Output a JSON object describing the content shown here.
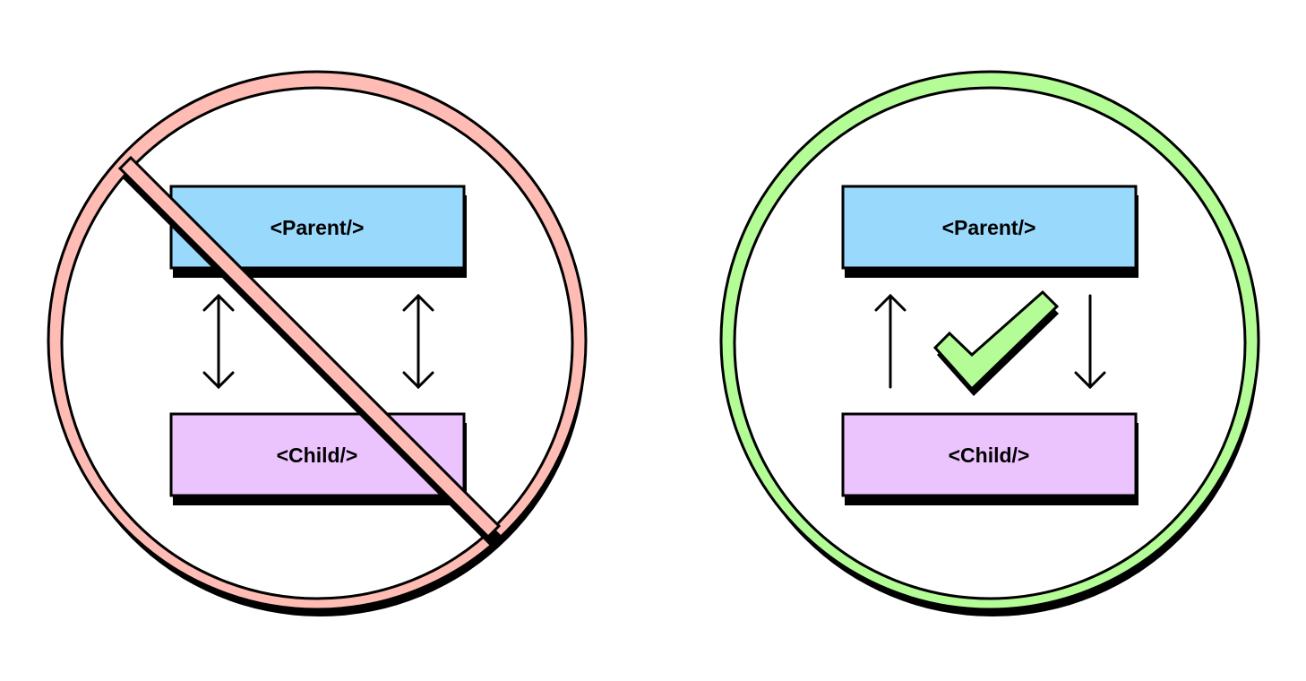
{
  "colors": {
    "parent_fill": "#99d9fc",
    "child_fill": "#ecc4fd",
    "wrong_ring": "#ffbcb5",
    "right_ring": "#b4fc96",
    "check_fill": "#b4fc96",
    "stroke": "#000000",
    "background": "#ffffff"
  },
  "wrong_panel": {
    "meaning": "prohibited",
    "parent_label": "<Parent/>",
    "child_label": "<Child/>",
    "arrows": [
      "double-headed",
      "double-headed"
    ],
    "icons": [
      "no-entry-slash-icon"
    ]
  },
  "right_panel": {
    "meaning": "allowed",
    "parent_label": "<Parent/>",
    "child_label": "<Child/>",
    "arrows": [
      "up",
      "down"
    ],
    "icons": [
      "checkmark-icon"
    ]
  }
}
